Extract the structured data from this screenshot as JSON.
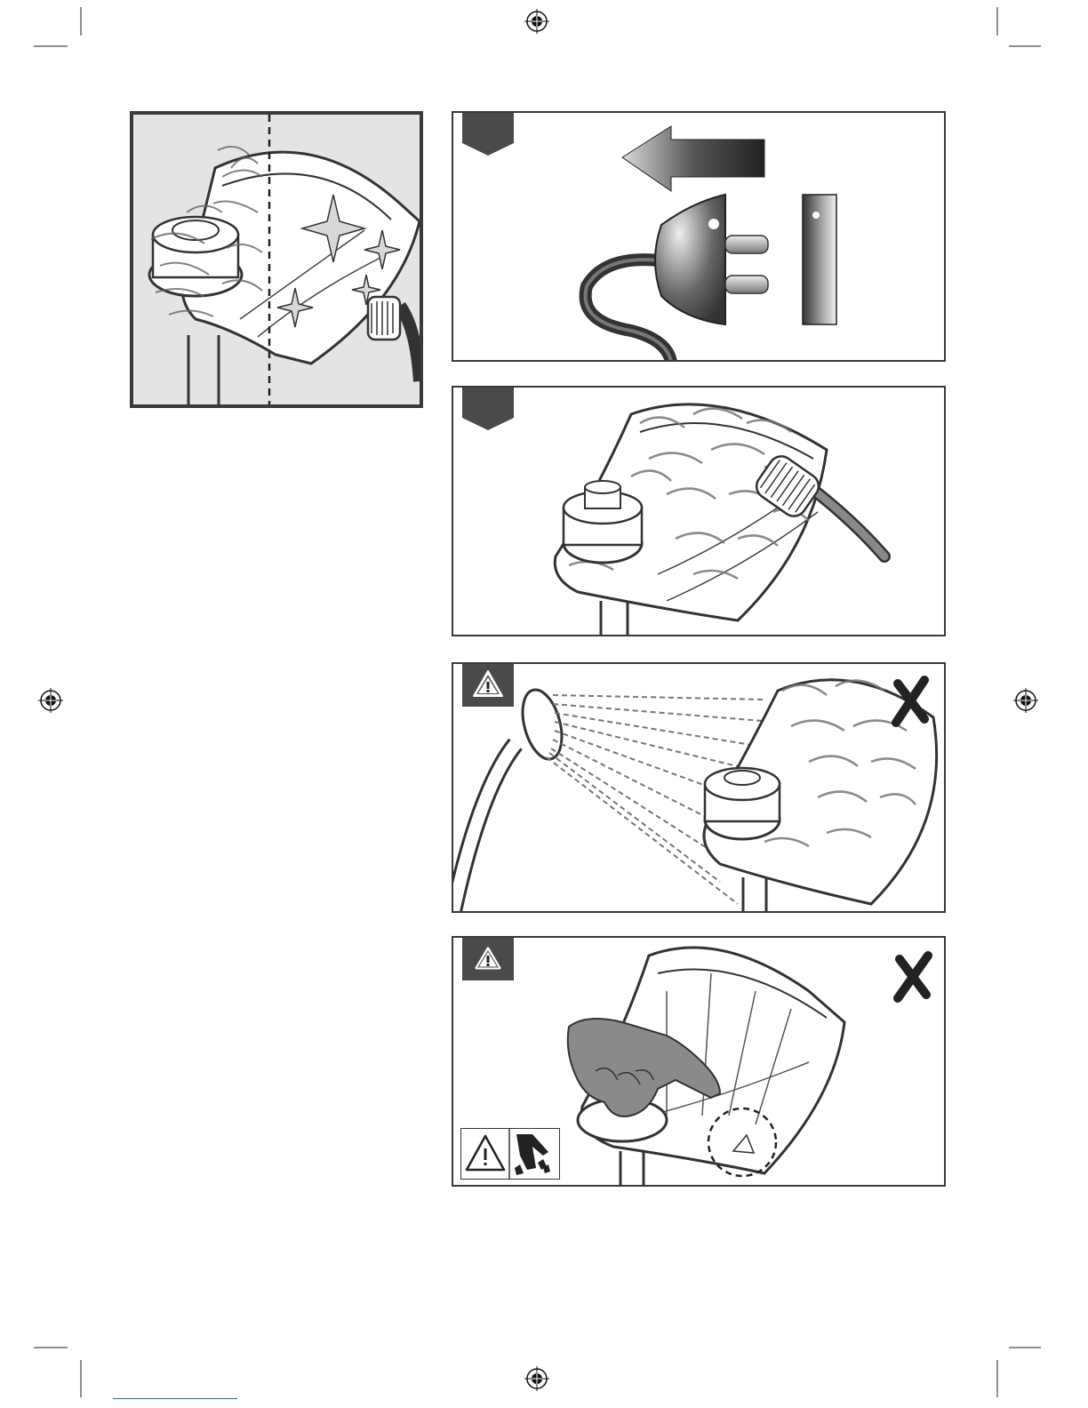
{
  "page": {
    "background": "#ffffff"
  },
  "colors": {
    "ink": "#3a3a3a",
    "tab": "#4a4a4a",
    "inset_bg": "#e4e4e4",
    "footer_rule": "#2a5cd0"
  },
  "icons": {
    "registration_marks": [
      "registration-mark-top",
      "registration-mark-left",
      "registration-mark-right",
      "registration-mark-bottom"
    ],
    "crop_marks": [
      "crop-mark-top-left",
      "crop-mark-top-right",
      "crop-mark-bottom-left",
      "crop-mark-bottom-right"
    ],
    "warning": "warning-triangle-icon",
    "prohibited": "x-cross-icon",
    "hand_hazard": "hand-cut-hazard-icon",
    "unplug": "unplug-arrow-icon"
  },
  "panels": [
    {
      "id": "inset",
      "type": "clean-vs-dirty-guard"
    },
    {
      "id": "step-1",
      "type": "unplug",
      "tab": "step"
    },
    {
      "id": "step-2",
      "type": "brush-clean",
      "tab": "step"
    },
    {
      "id": "warning-1",
      "type": "no-water-spray",
      "tab": "warning",
      "prohibited": true
    },
    {
      "id": "warning-2",
      "type": "no-hand-near-blade",
      "tab": "warning",
      "prohibited": true
    }
  ]
}
